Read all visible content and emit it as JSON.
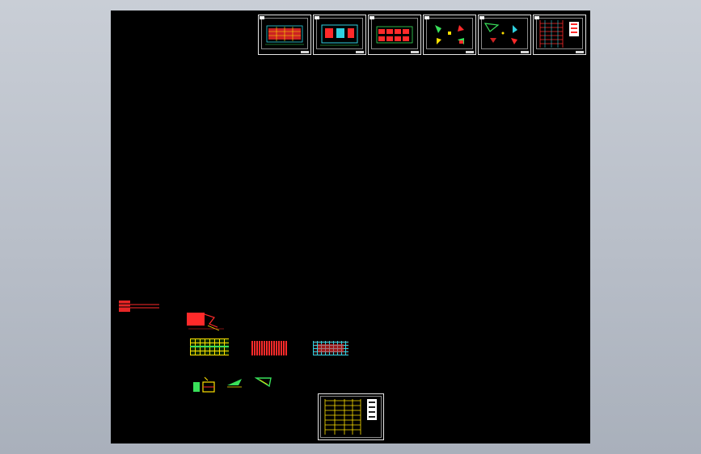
{
  "viewport": {
    "background_top": "#c9ced6",
    "background_bottom": "#a9b0bb",
    "canvas_color": "#000000"
  },
  "drawing_sheets": [
    {
      "name": "sheet-floor-plan-1",
      "accent": "#ff2a2a"
    },
    {
      "name": "sheet-floor-plan-2",
      "accent": "#2fd1e0"
    },
    {
      "name": "sheet-floor-plan-3",
      "accent": "#ff2a2a"
    },
    {
      "name": "sheet-details-1",
      "accent": "#ffe100"
    },
    {
      "name": "sheet-details-2",
      "accent": "#2fd1e0"
    },
    {
      "name": "sheet-schedule",
      "accent": "#ff2a2a"
    }
  ],
  "colors": {
    "red": "#ff2a2a",
    "cyan": "#2fd1e0",
    "yellow": "#ffe100",
    "green": "#39e05a",
    "white": "#e6e6e6"
  }
}
